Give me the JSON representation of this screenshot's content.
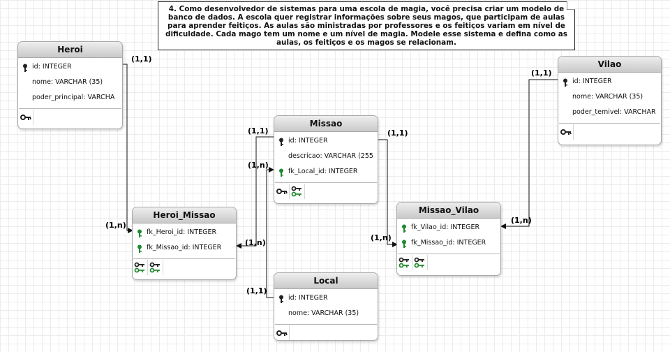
{
  "note": {
    "text": "4. Como desenvolvedor de sistemas para uma escola de magia, você precisa criar um modelo de banco de dados. A escola quer registrar informações sobre seus magos, que participam de aulas para aprender feitiços. As aulas são ministradas por professores e os feitiços variam em nível de dificuldade. Cada mago tem um nome e um nível de magia. Modele esse sistema e defina como as aulas, os feitiços e os magos se relacionam."
  },
  "tables": {
    "heroi": {
      "name": "Heroi",
      "rows": [
        "id: INTEGER",
        "nome: VARCHAR (35)",
        "poder_principal: VARCHA"
      ]
    },
    "vilao": {
      "name": "Vilao",
      "rows": [
        "id: INTEGER",
        "nome: VARCHAR (35)",
        "poder_temivel: VARCHAR"
      ]
    },
    "missao": {
      "name": "Missao",
      "rows": [
        "id: INTEGER",
        "descricao: VARCHAR (255",
        "fk_Local_id: INTEGER"
      ]
    },
    "heroi_missao": {
      "name": "Heroi_Missao",
      "rows": [
        "fk_Heroi_id: INTEGER",
        "fk_Missao_id: INTEGER"
      ]
    },
    "missao_vilao": {
      "name": "Missao_Vilao",
      "rows": [
        "fk_Vilao_id: INTEGER",
        "fk_Missao_id: INTEGER"
      ]
    },
    "local": {
      "name": "Local",
      "rows": [
        "id: INTEGER",
        "nome: VARCHAR (35)"
      ]
    }
  },
  "cardinalities": {
    "heroi_one": "(1,1)",
    "heroimissao_many": "(1,n)",
    "missao_one_top": "(1,1)",
    "missao_many_left": "(1,n)",
    "heroimissao_many_right": "(1,n)",
    "local_one": "(1,1)",
    "missao_one_right": "(1,1)",
    "missaovilao_many_left": "(1,n)",
    "vilao_one": "(1,1)",
    "missaovilao_many_right": "(1,n)"
  },
  "colors": {
    "primary_key": "#222222",
    "foreign_key": "#1e8a2e",
    "header_top": "#eeeeee",
    "header_bottom": "#c9c9c9"
  },
  "icons": {
    "pk": "key-icon",
    "fk": "green-key-icon",
    "footer_pk": "primary-key-footer-icon",
    "footer_fk": "foreign-key-footer-icon"
  }
}
